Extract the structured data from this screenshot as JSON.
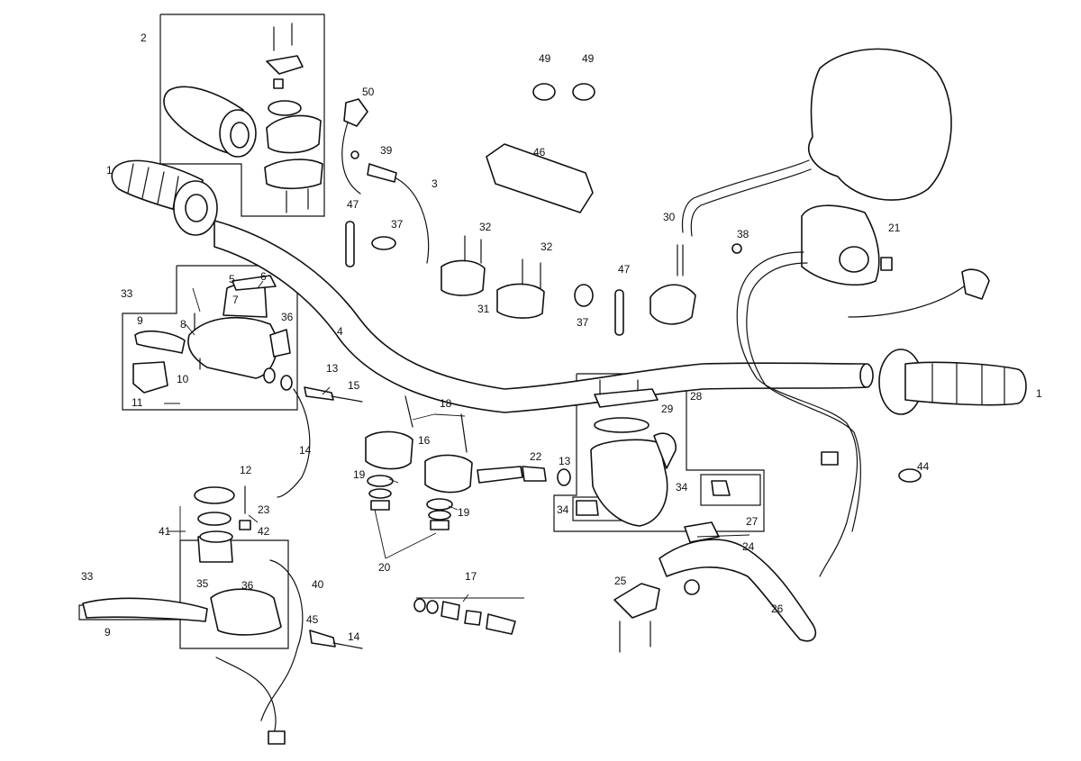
{
  "diagram": {
    "callouts": [
      {
        "id": "c1a",
        "text": "1"
      },
      {
        "id": "c1b",
        "text": "1"
      },
      {
        "id": "c2",
        "text": "2"
      },
      {
        "id": "c3",
        "text": "3"
      },
      {
        "id": "c4",
        "text": "4"
      },
      {
        "id": "c5",
        "text": "5"
      },
      {
        "id": "c6",
        "text": "6"
      },
      {
        "id": "c7",
        "text": "7"
      },
      {
        "id": "c8",
        "text": "8"
      },
      {
        "id": "c9a",
        "text": "9"
      },
      {
        "id": "c9b",
        "text": "9"
      },
      {
        "id": "c10",
        "text": "10"
      },
      {
        "id": "c11",
        "text": "11"
      },
      {
        "id": "c12",
        "text": "12"
      },
      {
        "id": "c13a",
        "text": "13"
      },
      {
        "id": "c13b",
        "text": "13"
      },
      {
        "id": "c14a",
        "text": "14"
      },
      {
        "id": "c14b",
        "text": "14"
      },
      {
        "id": "c15",
        "text": "15"
      },
      {
        "id": "c16",
        "text": "16"
      },
      {
        "id": "c17",
        "text": "17"
      },
      {
        "id": "c18",
        "text": "18"
      },
      {
        "id": "c19a",
        "text": "19"
      },
      {
        "id": "c19b",
        "text": "19"
      },
      {
        "id": "c20",
        "text": "20"
      },
      {
        "id": "c21",
        "text": "21"
      },
      {
        "id": "c22",
        "text": "22"
      },
      {
        "id": "c23",
        "text": "23"
      },
      {
        "id": "c24",
        "text": "24"
      },
      {
        "id": "c25",
        "text": "25"
      },
      {
        "id": "c26",
        "text": "26"
      },
      {
        "id": "c27",
        "text": "27"
      },
      {
        "id": "c28",
        "text": "28"
      },
      {
        "id": "c29",
        "text": "29"
      },
      {
        "id": "c30",
        "text": "30"
      },
      {
        "id": "c31",
        "text": "31"
      },
      {
        "id": "c32a",
        "text": "32"
      },
      {
        "id": "c32b",
        "text": "32"
      },
      {
        "id": "c33a",
        "text": "33"
      },
      {
        "id": "c33b",
        "text": "33"
      },
      {
        "id": "c34a",
        "text": "34"
      },
      {
        "id": "c34b",
        "text": "34"
      },
      {
        "id": "c35",
        "text": "35"
      },
      {
        "id": "c36a",
        "text": "36"
      },
      {
        "id": "c36b",
        "text": "36"
      },
      {
        "id": "c37a",
        "text": "37"
      },
      {
        "id": "c37b",
        "text": "37"
      },
      {
        "id": "c38",
        "text": "38"
      },
      {
        "id": "c39",
        "text": "39"
      },
      {
        "id": "c40",
        "text": "40"
      },
      {
        "id": "c41",
        "text": "41"
      },
      {
        "id": "c42",
        "text": "42"
      },
      {
        "id": "c44",
        "text": "44"
      },
      {
        "id": "c45",
        "text": "45"
      },
      {
        "id": "c46",
        "text": "46"
      },
      {
        "id": "c47a",
        "text": "47"
      },
      {
        "id": "c47b",
        "text": "47"
      },
      {
        "id": "c49a",
        "text": "49"
      },
      {
        "id": "c49b",
        "text": "49"
      },
      {
        "id": "c50",
        "text": "50"
      }
    ]
  }
}
